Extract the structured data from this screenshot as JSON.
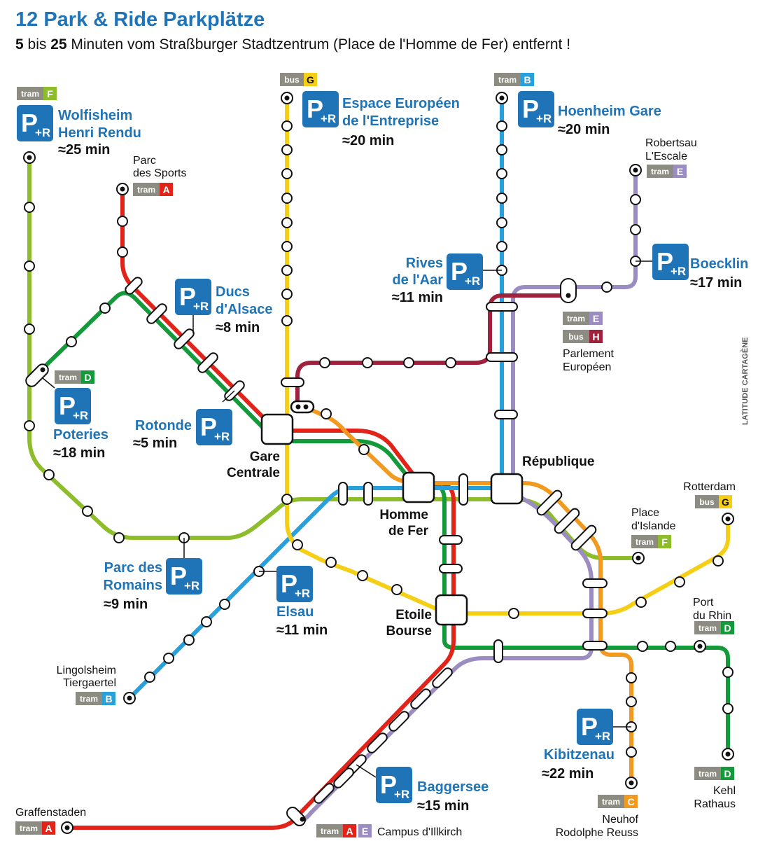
{
  "header": {
    "title": "12 Park & Ride Parkplätze",
    "subtitle_min_from": "5",
    "subtitle_bis": " bis ",
    "subtitle_min_to": "25",
    "subtitle_rest": " Minuten vom Straßburger Stadtzentrum (Place de l'Homme de Fer) entfernt !"
  },
  "colors": {
    "tram_A": "#e2231a",
    "tram_B": "#28a0dc",
    "tram_C": "#f29a1f",
    "tram_D": "#159a3b",
    "tram_E": "#9b8dc2",
    "tram_F": "#8dbd2b",
    "bus_G": "#f5cf15",
    "bus_H": "#a0213c",
    "park_ride_blue": "#1f74b8",
    "badge_gray": "#8c8c82"
  },
  "parkride": [
    {
      "name1": "Wolfisheim",
      "name2": "Henri Rendu",
      "time": "≈25 min"
    },
    {
      "name1": "Espace Européen",
      "name2": "de l'Entreprise",
      "time": "≈20 min"
    },
    {
      "name1": "Hoenheim Gare",
      "name2": "",
      "time": "≈20 min"
    },
    {
      "name1": "Boecklin",
      "name2": "",
      "time": "≈17 min"
    },
    {
      "name1": "Rives",
      "name2": "de l'Aar",
      "time": "≈11 min"
    },
    {
      "name1": "Ducs",
      "name2": "d'Alsace",
      "time": "≈8 min"
    },
    {
      "name1": "Rotonde",
      "name2": "",
      "time": "≈5 min"
    },
    {
      "name1": "Poteries",
      "name2": "",
      "time": "≈18 min"
    },
    {
      "name1": "Parc des",
      "name2": "Romains",
      "time": "≈9 min"
    },
    {
      "name1": "Elsau",
      "name2": "",
      "time": "≈11 min"
    },
    {
      "name1": "Kibitzenau",
      "name2": "",
      "time": "≈22 min"
    },
    {
      "name1": "Baggersee",
      "name2": "",
      "time": "≈15 min"
    }
  ],
  "hubs": [
    {
      "name1": "Gare",
      "name2": "Centrale"
    },
    {
      "name1": "Homme",
      "name2": "de Fer"
    },
    {
      "name1": "République",
      "name2": ""
    },
    {
      "name1": "Etoile",
      "name2": "Bourse"
    }
  ],
  "terminals": [
    {
      "name1": "Parc",
      "name2": "des Sports"
    },
    {
      "name1": "Robertsau",
      "name2": "L'Escale"
    },
    {
      "name1": "Parlement",
      "name2": "Européen"
    },
    {
      "name1": "Rotterdam",
      "name2": ""
    },
    {
      "name1": "Place",
      "name2": "d'Islande"
    },
    {
      "name1": "Port",
      "name2": "du Rhin"
    },
    {
      "name1": "Kehl",
      "name2": "Rathaus"
    },
    {
      "name1": "Neuhof",
      "name2": "Rodolphe Reuss"
    },
    {
      "name1": "Lingolsheim",
      "name2": "Tiergaertel"
    },
    {
      "name1": "Graffenstaden",
      "name2": ""
    },
    {
      "name1": "Campus d'Illkirch",
      "name2": ""
    }
  ],
  "badge_words": {
    "tram": "tram",
    "bus": "bus"
  },
  "line_letters": {
    "A": "A",
    "B": "B",
    "C": "C",
    "D": "D",
    "E": "E",
    "F": "F",
    "G": "G",
    "H": "H"
  },
  "pr_icon": {
    "p": "P",
    "plus_r": "+R"
  },
  "logo_text": "LATITUDE CARTAGÈNE"
}
